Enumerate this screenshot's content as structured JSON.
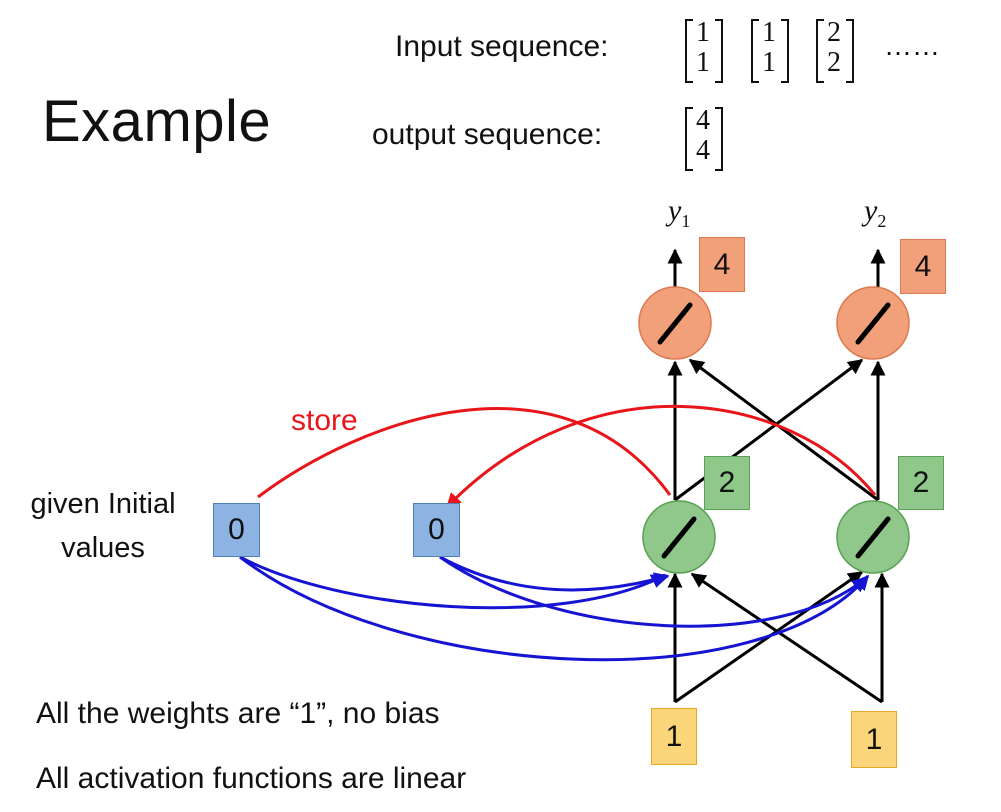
{
  "title": "Example",
  "input_label": "Input sequence:",
  "output_label": "output sequence:",
  "input_vectors": [
    [
      "1",
      "1"
    ],
    [
      "1",
      "1"
    ],
    [
      "2",
      "2"
    ]
  ],
  "ellipsis": "……",
  "output_vector": [
    "4",
    "4"
  ],
  "initial_label_line1": "given Initial",
  "initial_label_line2": "values",
  "store_label": "store",
  "memory_values": [
    "0",
    "0"
  ],
  "hidden_values": [
    "2",
    "2"
  ],
  "output_values": [
    "4",
    "4"
  ],
  "input_values": [
    "1",
    "1"
  ],
  "outputs": [
    {
      "name": "y",
      "sub": "1"
    },
    {
      "name": "y",
      "sub": "2"
    }
  ],
  "note1": "All the weights are “1”, no bias",
  "note2": "All activation functions are linear",
  "colors": {
    "red_arrow": "#e8161a",
    "blue_arrow": "#1414d2",
    "hidden_neuron": "#8fc88a",
    "output_neuron": "#f2a07a",
    "memory_box": "#8db3e2",
    "input_box": "#fbd579"
  }
}
